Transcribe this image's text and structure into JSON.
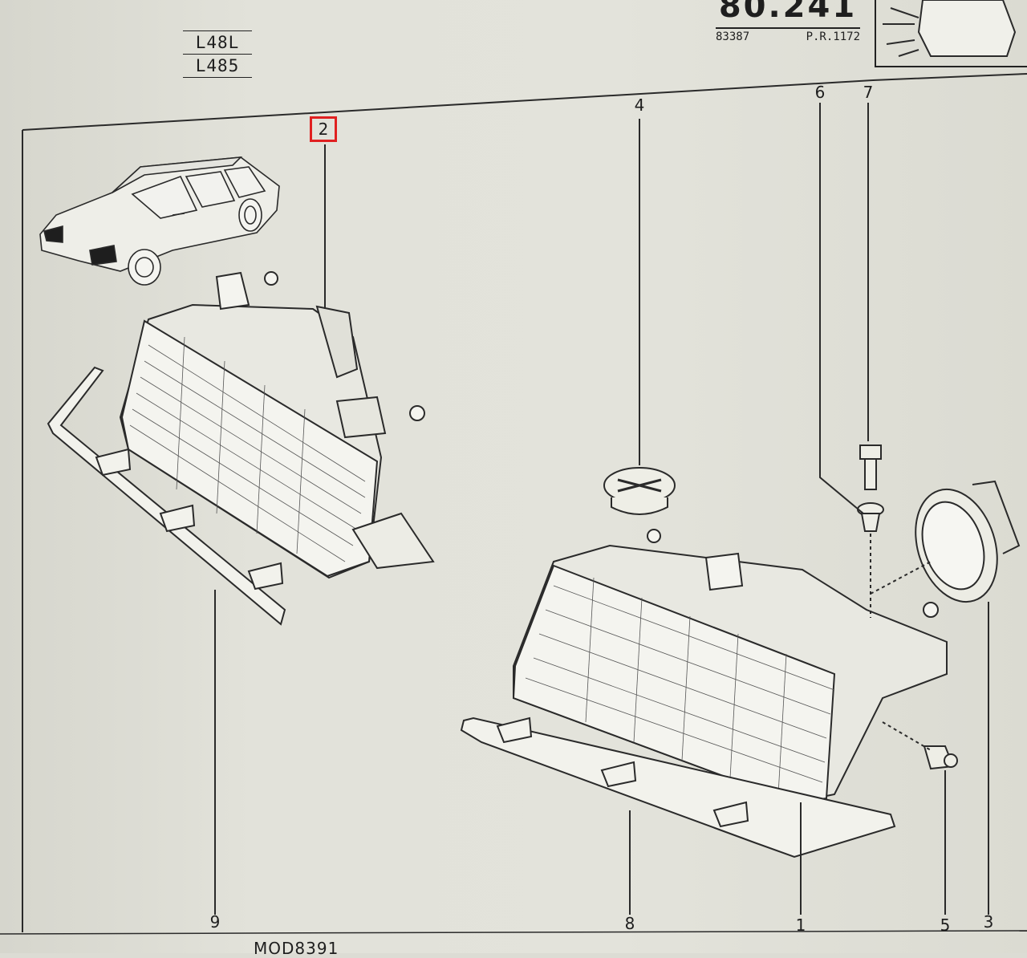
{
  "header": {
    "vehicle_codes": [
      "L48L",
      "L485"
    ],
    "page_number": "80.241",
    "ref_left": "83387",
    "ref_right": "P.R.1172"
  },
  "callouts": [
    {
      "id": "callout-2",
      "label": "2",
      "highlighted": true
    },
    {
      "id": "callout-4",
      "label": "4"
    },
    {
      "id": "callout-6",
      "label": "6"
    },
    {
      "id": "callout-7",
      "label": "7"
    },
    {
      "id": "callout-9",
      "label": "9"
    },
    {
      "id": "callout-8",
      "label": "8"
    },
    {
      "id": "callout-1",
      "label": "1"
    },
    {
      "id": "callout-5",
      "label": "5"
    },
    {
      "id": "callout-3",
      "label": "3"
    }
  ],
  "footer": {
    "text": "MOD8391"
  },
  "colors": {
    "paper": "#e2e2da",
    "ink": "#1e1e1e",
    "highlight": "#e02020"
  }
}
